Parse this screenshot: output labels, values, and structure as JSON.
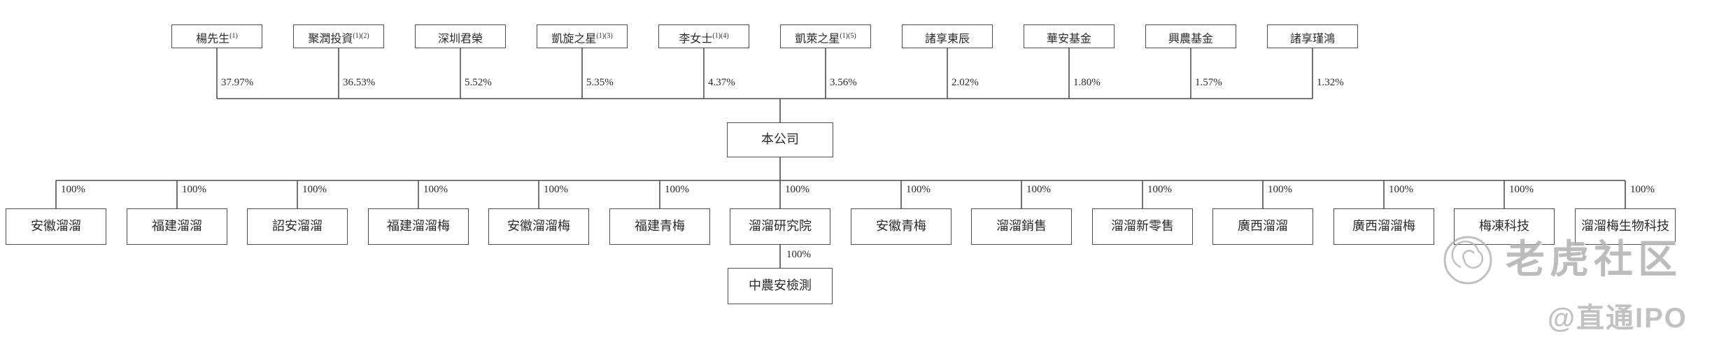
{
  "page": {
    "type": "shareholding-structure-diagram"
  },
  "top_row": {
    "shareholders": [
      {
        "name": "楊先生",
        "note": "(1)",
        "percent": "37.97%"
      },
      {
        "name": "聚潤投資",
        "note": "(1)(2)",
        "percent": "36.53%"
      },
      {
        "name": "深圳君榮",
        "note": "",
        "percent": "5.52%"
      },
      {
        "name": "凱旋之星",
        "note": "(1)(3)",
        "percent": "5.35%"
      },
      {
        "name": "李女士",
        "note": "(1)(4)",
        "percent": "4.37%"
      },
      {
        "name": "凱萊之星",
        "note": "(1)(5)",
        "percent": "3.56%"
      },
      {
        "name": "諸享東辰",
        "note": "",
        "percent": "2.02%"
      },
      {
        "name": "華安基金",
        "note": "",
        "percent": "1.80%"
      },
      {
        "name": "興農基金",
        "note": "",
        "percent": "1.57%"
      },
      {
        "name": "諸享瑾鴻",
        "note": "",
        "percent": "1.32%"
      }
    ]
  },
  "company": {
    "name": "本公司"
  },
  "subsidiaries": [
    {
      "name": "安徽溜溜",
      "percent": "100%"
    },
    {
      "name": "福建溜溜",
      "percent": "100%"
    },
    {
      "name": "詔安溜溜",
      "percent": "100%"
    },
    {
      "name": "福建溜溜梅",
      "percent": "100%"
    },
    {
      "name": "安徽溜溜梅",
      "percent": "100%"
    },
    {
      "name": "福建青梅",
      "percent": "100%"
    },
    {
      "name": "溜溜研究院",
      "percent": "100%"
    },
    {
      "name": "安徽青梅",
      "percent": "100%"
    },
    {
      "name": "溜溜銷售",
      "percent": "100%"
    },
    {
      "name": "溜溜新零售",
      "percent": "100%"
    },
    {
      "name": "廣西溜溜",
      "percent": "100%"
    },
    {
      "name": "廣西溜溜梅",
      "percent": "100%"
    },
    {
      "name": "梅凍科技",
      "percent": "100%"
    },
    {
      "name": "溜溜梅生物科技",
      "percent": "100%"
    }
  ],
  "sub_subsidiary": {
    "name": "中農安檢測",
    "percent": "100%",
    "parent": "溜溜研究院"
  },
  "watermark": {
    "community": "老虎社区",
    "handle": "@直通IPO",
    "logo": "tiger-icon"
  },
  "colors": {
    "background": "#ffffff",
    "line": "#4f4f4f",
    "box_border": "#4f4f4f",
    "text": "#2a2a2a",
    "watermark": "#b3b3b3"
  }
}
